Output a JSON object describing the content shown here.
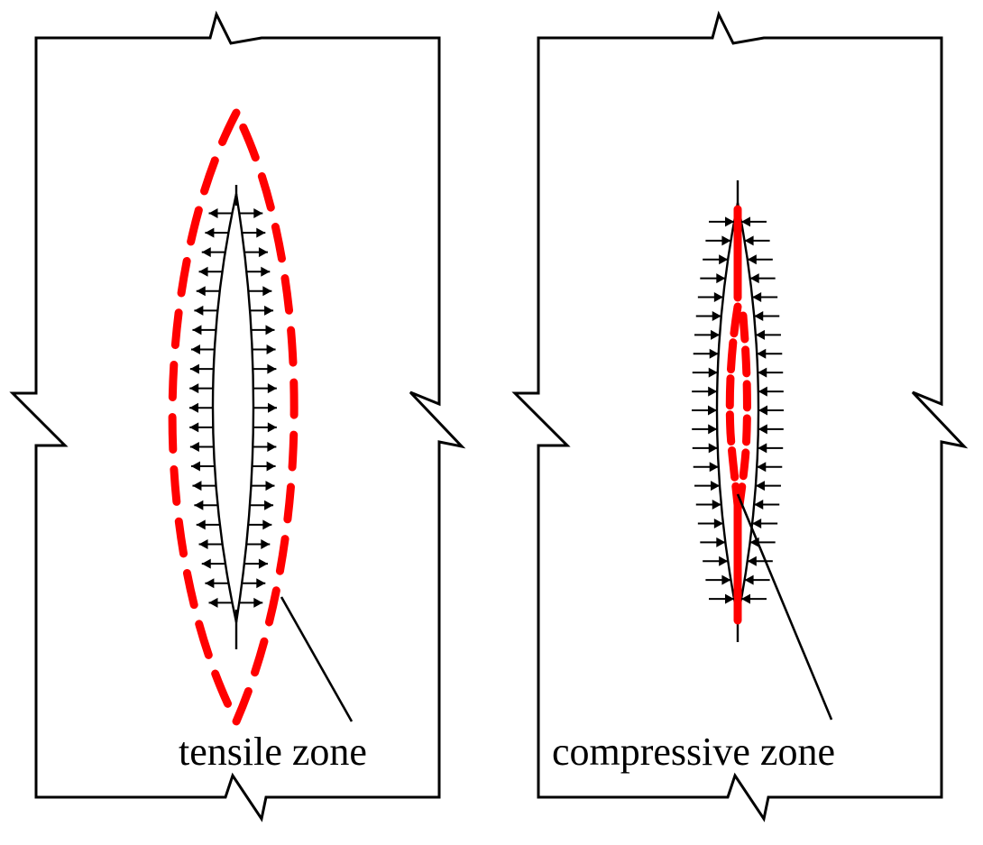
{
  "colors": {
    "stroke": "#000000",
    "zone": "#ff0000",
    "background": "#ffffff"
  },
  "panels": [
    {
      "id": "left",
      "zone_label": "tensile zone",
      "arrow_direction": "outward",
      "zone_shape": "dashed-envelope"
    },
    {
      "id": "right",
      "zone_label": "compressive zone",
      "arrow_direction": "inward",
      "zone_shape": "dashed-core"
    }
  ]
}
